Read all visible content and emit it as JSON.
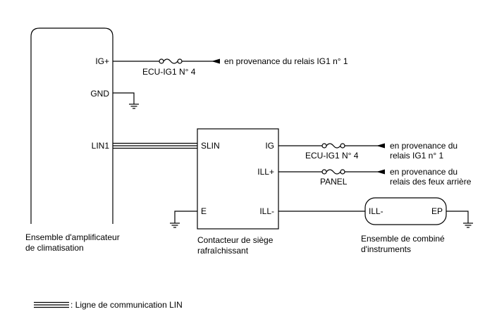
{
  "components": {
    "ac_amplifier": {
      "name_line1": "Ensemble d'amplificateur",
      "name_line2": "de climatisation",
      "pins": {
        "ig_plus": "IG+",
        "gnd": "GND",
        "lin1": "LIN1"
      }
    },
    "seat_switch": {
      "name_line1": "Contacteur de siège",
      "name_line2": "rafraîchissant",
      "pins": {
        "slin": "SLIN",
        "ig": "IG",
        "ill_plus": "ILL+",
        "e": "E",
        "ill_minus": "ILL-"
      }
    },
    "combination_meter": {
      "name_line1": "Ensemble de combiné",
      "name_line2": "d'instruments",
      "pins": {
        "ill_minus": "ILL-",
        "ep": "EP"
      }
    }
  },
  "fuses": {
    "ecu_ig1_amp": "ECU-IG1 N° 4",
    "ecu_ig1_switch": "ECU-IG1 N° 4",
    "panel": "PANEL"
  },
  "sources": {
    "amp_ig": "en provenance du relais IG1 n° 1",
    "switch_ig_line1": "en provenance du",
    "switch_ig_line2": "relais IG1 n° 1",
    "switch_ill_line1": "en provenance du",
    "switch_ill_line2": "relais des feux arrière"
  },
  "legend": {
    "lin_line": ": Ligne de communication LIN"
  }
}
